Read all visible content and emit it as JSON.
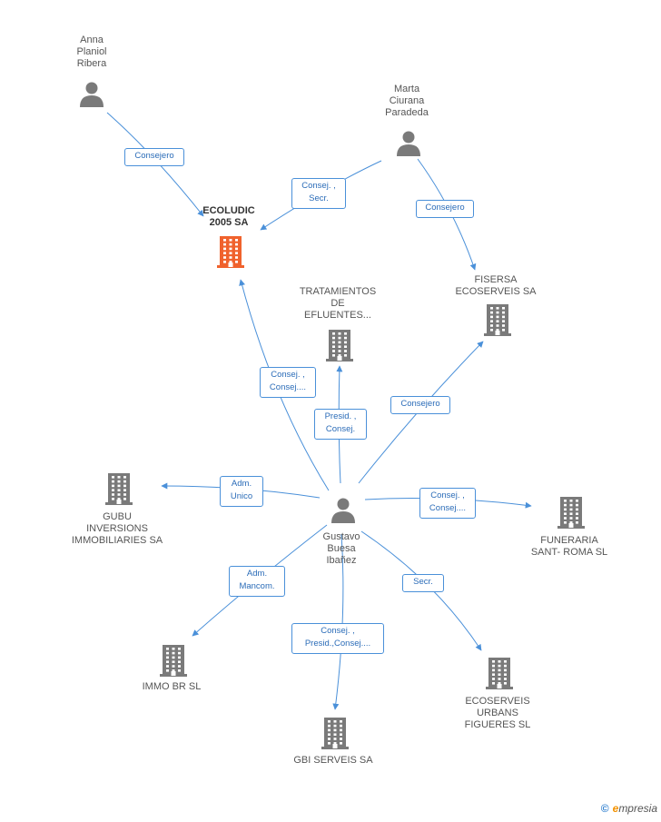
{
  "colors": {
    "edge": "#4a90d9",
    "main_company": "#f0622d",
    "company": "#7a7a7a",
    "person": "#7a7a7a"
  },
  "nodes": [
    {
      "id": "anna",
      "type": "person",
      "label": "Anna\nPlaniol\nRibera"
    },
    {
      "id": "marta",
      "type": "person",
      "label": "Marta\nCiurana\nParadeda"
    },
    {
      "id": "ecoludic",
      "type": "company",
      "main": true,
      "label": "ECOLUDIC\n2005 SA"
    },
    {
      "id": "fisersa",
      "type": "company",
      "label": "FISERSA\nECOSERVEIS SA"
    },
    {
      "id": "tratamientos",
      "type": "company",
      "label": "TRATAMIENTOS\nDE\nEFLUENTES..."
    },
    {
      "id": "gubu",
      "type": "company",
      "label": "GUBU\nINVERSIONS\nIMMOBILIARIES SA"
    },
    {
      "id": "gustavo",
      "type": "person",
      "label": "Gustavo\nBuesa\nIbañez"
    },
    {
      "id": "funeraria",
      "type": "company",
      "label": "FUNERARIA\nSANT- ROMA SL"
    },
    {
      "id": "immo",
      "type": "company",
      "label": "IMMO BR SL"
    },
    {
      "id": "ecourbans",
      "type": "company",
      "label": "ECOSERVEIS\nURBANS\nFIGUERES SL"
    },
    {
      "id": "gbi",
      "type": "company",
      "label": "GBI SERVEIS SA"
    }
  ],
  "edges": [
    {
      "from": "anna",
      "to": "ecoludic",
      "label": "Consejero"
    },
    {
      "from": "marta",
      "to": "ecoludic",
      "label": "Consej. ,\nSecr."
    },
    {
      "from": "marta",
      "to": "fisersa",
      "label": "Consejero"
    },
    {
      "from": "gustavo",
      "to": "ecoludic",
      "label": "Consej. ,\nConsej...."
    },
    {
      "from": "gustavo",
      "to": "tratamientos",
      "label": "Presid. ,\nConsej."
    },
    {
      "from": "gustavo",
      "to": "fisersa",
      "label": "Consejero"
    },
    {
      "from": "gustavo",
      "to": "gubu",
      "label": "Adm.\nUnico"
    },
    {
      "from": "gustavo",
      "to": "funeraria",
      "label": "Consej. ,\nConsej...."
    },
    {
      "from": "gustavo",
      "to": "immo",
      "label": "Adm.\nMancom."
    },
    {
      "from": "gustavo",
      "to": "gbi",
      "label": "Consej. ,\nPresid.,Consej...."
    },
    {
      "from": "gustavo",
      "to": "ecourbans",
      "label": "Secr."
    }
  ],
  "footer": {
    "copyright": "©",
    "brand_initial": "e",
    "brand_rest": "mpresia"
  }
}
